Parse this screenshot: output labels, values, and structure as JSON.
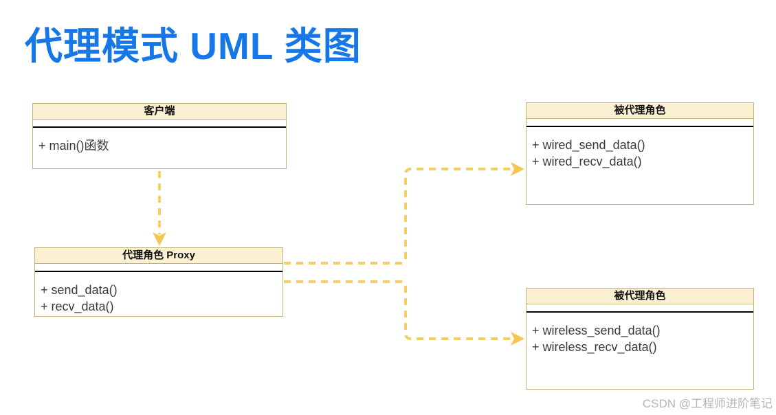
{
  "title": "代理模式 UML 类图",
  "watermark": "CSDN @工程师进阶笔记",
  "colors": {
    "title_blue": "#1677e8",
    "box_border": "#c6b378",
    "box_header_bg": "#fbf1d2",
    "compartment_divider": "#000000",
    "connector": "#f2ce63",
    "arrowhead": "#f5c652",
    "method_text": "#3a3a3a",
    "watermark_gray": "#b5b5b5"
  },
  "diagram": {
    "type": "uml-class-diagram",
    "classes": [
      {
        "id": "client",
        "name": "客户端",
        "methods": [
          "+ main()函数"
        ]
      },
      {
        "id": "proxy",
        "name": "代理角色 Proxy",
        "methods": [
          "+ send_data()",
          "+ recv_data()"
        ]
      },
      {
        "id": "wired",
        "name": "被代理角色",
        "methods": [
          "+ wired_send_data()",
          "+ wired_recv_data()"
        ]
      },
      {
        "id": "wireless",
        "name": "被代理角色",
        "methods": [
          "+ wireless_send_data()",
          "+ wireless_recv_data()"
        ]
      }
    ],
    "edges": [
      {
        "from": "client",
        "to": "proxy",
        "style": "dashed",
        "arrow": "filled-triangle",
        "direction": "down"
      },
      {
        "from": "proxy",
        "to": "wired",
        "style": "dashed",
        "arrow": "filled-triangle",
        "direction": "right"
      },
      {
        "from": "proxy",
        "to": "wireless",
        "style": "dashed",
        "arrow": "filled-triangle",
        "direction": "right"
      }
    ]
  }
}
